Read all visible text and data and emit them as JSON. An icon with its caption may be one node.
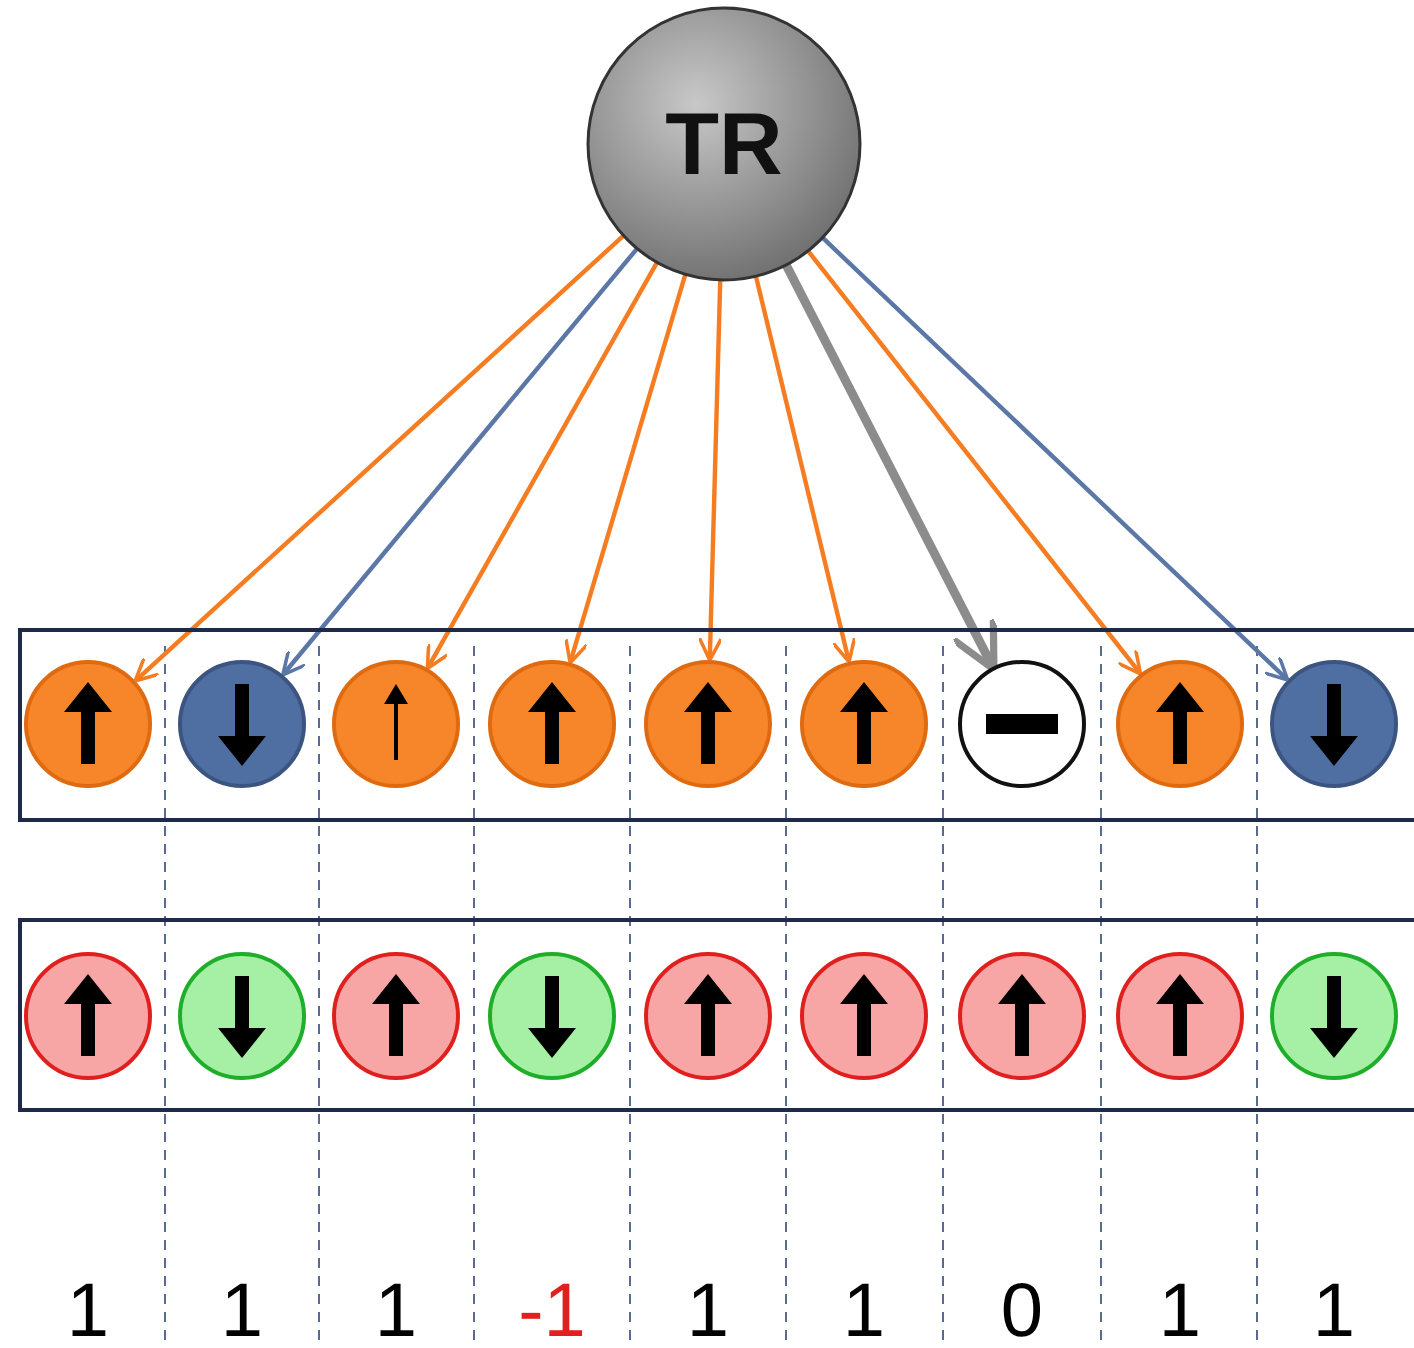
{
  "diagram": {
    "nodes": [
      {
        "text": [
          "TR"
        ]
      },
      {
        "text": [],
        "shape": "box"
      },
      {
        "text": [],
        "shape": "circle",
        "in": 1
      },
      {
        "text": [],
        "shape": "circle",
        "in": 1
      },
      {
        "text": [],
        "shape": "circle",
        "in": 1
      },
      {
        "text": [],
        "shape": "circle",
        "in": 1
      },
      {
        "text": [],
        "shape": "circle",
        "in": 1
      },
      {
        "text": [],
        "shape": "circle",
        "in": 1
      },
      {
        "text": [],
        "shape": "circle",
        "in": 1
      },
      {
        "text": [],
        "shape": "circle",
        "in": 1
      },
      {
        "text": [],
        "shape": "circle",
        "in": 1
      },
      {
        "text": [],
        "shape": "box"
      },
      {
        "text": [],
        "shape": "circle",
        "in": 11
      },
      {
        "text": [],
        "shape": "circle",
        "in": 11
      },
      {
        "text": [],
        "shape": "circle",
        "in": 11
      },
      {
        "text": [],
        "shape": "circle",
        "in": 11
      },
      {
        "text": [],
        "shape": "circle",
        "in": 11
      },
      {
        "text": [],
        "shape": "circle",
        "in": 11
      },
      {
        "text": [],
        "shape": "circle",
        "in": 11
      },
      {
        "text": [],
        "shape": "circle",
        "in": 11
      },
      {
        "text": [],
        "shape": "circle",
        "in": 11
      }
    ],
    "edges": [
      {
        "from": 0,
        "to": 2,
        "arrow": "to"
      },
      {
        "from": 0,
        "to": 3,
        "arrow": "to",
        "color": "#5b77a8"
      },
      {
        "from": 0,
        "to": 4,
        "arrow": "to"
      },
      {
        "from": 0,
        "to": 5,
        "arrow": "to"
      },
      {
        "from": 0,
        "to": 6,
        "arrow": "to"
      },
      {
        "from": 0,
        "to": 7,
        "arrow": "to"
      },
      {
        "from": 0,
        "to": 8,
        "arrow": "to",
        "style": "thick",
        "color": "#8c8c8c"
      },
      {
        "from": 0,
        "to": 9,
        "arrow": "to"
      },
      {
        "from": 0,
        "to": 10,
        "arrow": "to",
        "color": "#5b77a8"
      }
    ],
    "labels": [
      "1",
      "1",
      "1",
      "-1",
      "1",
      "1",
      "0",
      "1",
      "1"
    ]
  }
}
